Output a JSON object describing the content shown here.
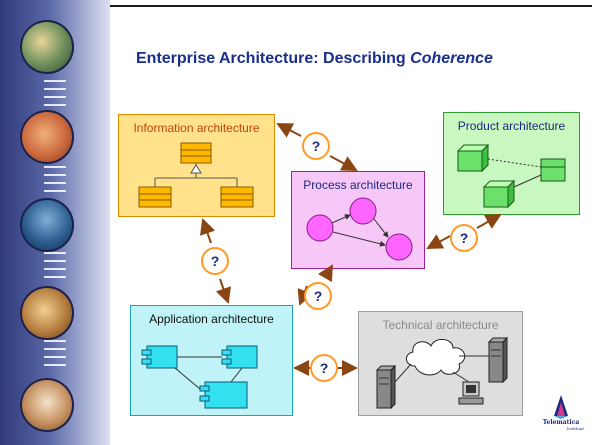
{
  "title": {
    "main": "Enterprise Architecture: Describing ",
    "emphasis": "Coherence"
  },
  "boxes": {
    "information": "Information architecture",
    "process": "Process architecture",
    "product": "Product architecture",
    "application": "Application architecture",
    "technical": "Technical architecture"
  },
  "question_mark": "?",
  "logo": {
    "name": "Telematica",
    "sub": "Instituut"
  },
  "colors": {
    "title": "#1a2e8c",
    "arrow": "#8b4513",
    "question_ring": "#ff9a2a",
    "information_fill": "#ffe28a",
    "process_fill": "#f7c7f7",
    "product_fill": "#c8f7c0",
    "application_fill": "#bff3f7",
    "technical_fill": "#dedede"
  },
  "icons": [
    "uml-class-icon",
    "process-node-icon",
    "cube-icon",
    "component-icon",
    "cloud-icon",
    "server-icon",
    "workstation-icon"
  ]
}
